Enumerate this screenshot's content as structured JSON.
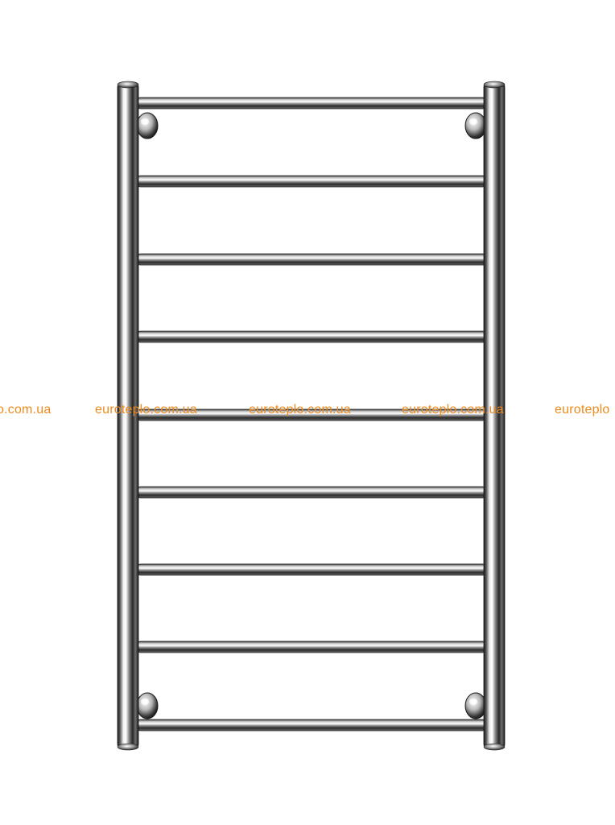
{
  "product": {
    "type": "stainless-steel ladder towel rail",
    "rail_count": 9,
    "wall_bracket_count": 4
  },
  "watermark": {
    "texts": [
      "o.com.ua",
      "euroteplo.com.ua",
      "euroteplo.com.ua",
      "euroteplo.com.ua",
      "euroteplo"
    ],
    "color": "#f08a1c"
  },
  "colors": {
    "background": "#ffffff",
    "chrome_light": "#f4f4f4",
    "chrome_mid": "#9a9a9a",
    "chrome_dark": "#2a2a2a"
  }
}
